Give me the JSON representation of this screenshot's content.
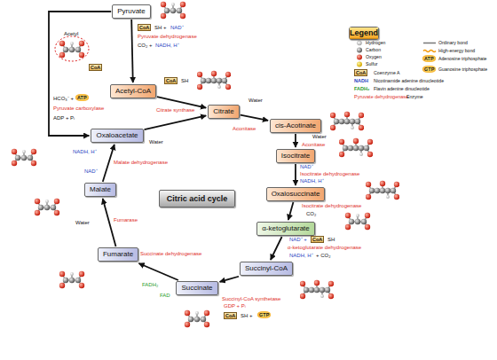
{
  "diagram": {
    "nodes": [
      {
        "text": [
          "Pyruvate"
        ]
      },
      {
        "text": [
          "Acetyl-CoA"
        ]
      },
      {
        "text": [
          "Citrate"
        ]
      },
      {
        "text": [
          "cis-Acotinate"
        ]
      },
      {
        "text": [
          "Isocitrate"
        ]
      },
      {
        "text": [
          "Oxalosuccinate"
        ]
      },
      {
        "text": [
          "α-ketoglutarate"
        ]
      },
      {
        "text": [
          "Succinyl-CoA"
        ]
      },
      {
        "text": [
          "Succinate"
        ]
      },
      {
        "text": [
          "Fumarate"
        ]
      },
      {
        "text": [
          "Malate"
        ]
      },
      {
        "text": [
          "Oxaloacetate"
        ]
      },
      {
        "text": [
          "Citric acid cycle"
        ]
      },
      {
        "text": [
          "Legend"
        ]
      }
    ],
    "edges": [
      {
        "from": 0,
        "to": 1,
        "arrow": "to",
        "label": "Pyruvate dehydrogenase"
      },
      {
        "from": 1,
        "to": 2,
        "arrow": "to",
        "label": "Citrate synthase"
      },
      {
        "from": 11,
        "to": 2,
        "arrow": "to"
      },
      {
        "from": 2,
        "to": 3,
        "arrow": "to",
        "label": "Aconitase"
      },
      {
        "from": 3,
        "to": 4,
        "arrow": "to",
        "label": "Aconitase"
      },
      {
        "from": 4,
        "to": 5,
        "arrow": "to",
        "label": "Isocitrate dehydrogenase"
      },
      {
        "from": 5,
        "to": 6,
        "arrow": "to",
        "label": "Isocitrate dehydrogenase"
      },
      {
        "from": 6,
        "to": 7,
        "arrow": "to",
        "label": "α-ketoglutarate dehydrogenase"
      },
      {
        "from": 7,
        "to": 8,
        "arrow": "to",
        "label": "Succinyl-CoA synthetase"
      },
      {
        "from": 8,
        "to": 9,
        "arrow": "to",
        "label": "Succinate dehydrogenase"
      },
      {
        "from": 9,
        "to": 10,
        "arrow": "to",
        "label": "Fumarase"
      },
      {
        "from": 10,
        "to": 11,
        "arrow": "to",
        "label": "Malate dehydrogenase"
      },
      {
        "from": 0,
        "to": 11,
        "arrow": "to",
        "label": "Pyruvate carboxylase"
      }
    ],
    "labels": [
      "CoA",
      "SH +",
      "NAD⁺",
      "CO₂ +",
      "NADH, H⁺",
      "Acetyl",
      "CoA",
      "CoA",
      "SH",
      "HCO₃⁻ +",
      "ATP",
      "ADP + Pᵢ",
      "Water",
      "Water",
      "Water",
      "NAD⁺",
      "NADH, H⁺",
      "CO₂",
      "NAD⁺ +",
      "CoA",
      "SH",
      "NADH, H⁺",
      "+ CO₂",
      "GDP + Pᵢ",
      "CoA",
      "SH +",
      "GTP",
      "FADH₂",
      "FAD",
      "Water",
      "NADH, H⁺",
      "NAD⁺",
      "CoA",
      "NADH",
      "FADH₂",
      "Pyruvate dehydrogenase",
      "ATP",
      "GTP"
    ],
    "legend": [
      {
        "text": "Hydrogen"
      },
      {
        "text": "Carbon"
      },
      {
        "text": "Oxygen"
      },
      {
        "text": "Sulfur"
      },
      {
        "text": "Coenzyme A"
      },
      {
        "text": "Nicotinamide adenine dinucleotide"
      },
      {
        "text": "Flavin adenine dinucleotide"
      },
      {
        "text": "Enzyme"
      },
      {
        "text": "Ordinary bond"
      },
      {
        "text": "High-energy bond"
      },
      {
        "text": "Adenosine triphosphate"
      },
      {
        "text": "Guanosine triphosphate"
      }
    ]
  }
}
